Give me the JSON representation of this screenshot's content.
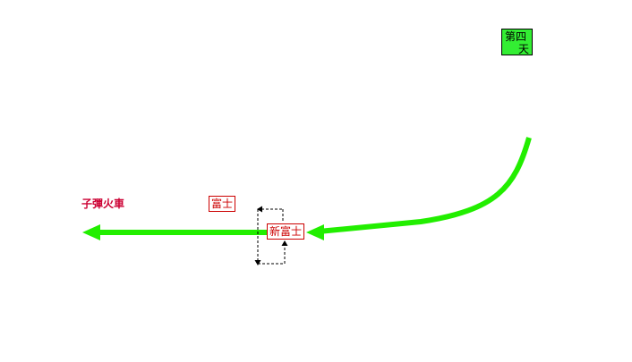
{
  "day_label": {
    "line1": "第四",
    "line2": "天"
  },
  "destination": {
    "label": "子彈火車"
  },
  "stations": {
    "fuji": "富士",
    "shin_fuji": "新富士"
  },
  "colors": {
    "route": "#22ee00",
    "station_text": "#cc0000",
    "destination_text": "#cc0033",
    "day_box_fill": "#33ee33"
  }
}
